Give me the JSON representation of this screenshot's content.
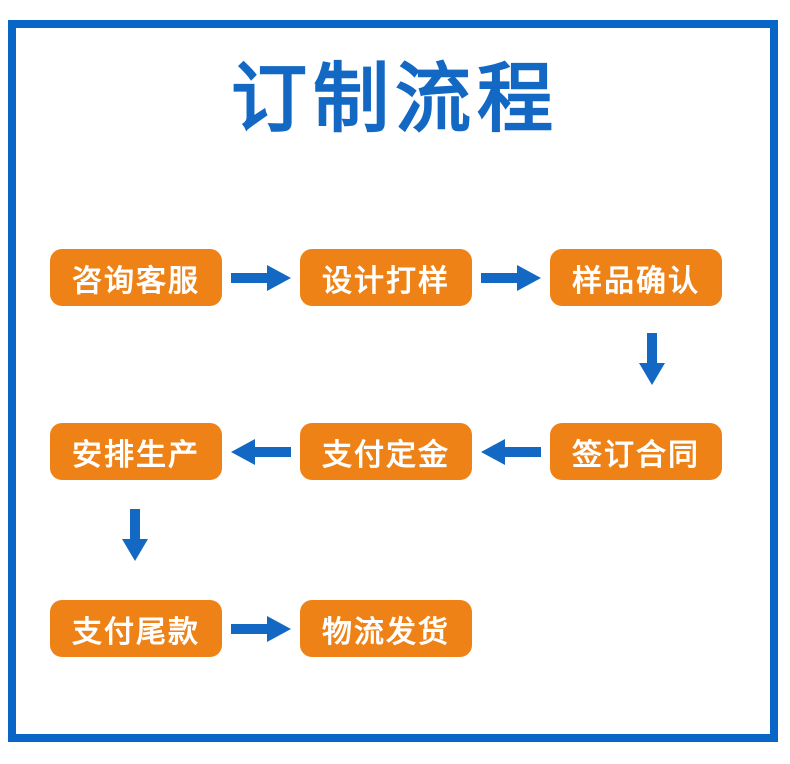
{
  "page": {
    "title": "订制流程",
    "border_color": "#0866c6",
    "title_color": "#1268c3",
    "node_color": "#ee8217",
    "node_text_color": "#ffffff",
    "arrow_color": "#1268c3",
    "background": "#ffffff"
  },
  "flow": {
    "rows": [
      {
        "id": "row-1",
        "direction": "right",
        "nodes": [
          {
            "label": "咨询客服"
          },
          {
            "label": "设计打样"
          },
          {
            "label": "样品确认"
          }
        ],
        "connector_icon": "arrow-right-icon"
      },
      {
        "id": "row-2",
        "direction": "left",
        "nodes": [
          {
            "label": "安排生产"
          },
          {
            "label": "支付定金"
          },
          {
            "label": "签订合同"
          }
        ],
        "connector_icon": "arrow-left-icon"
      },
      {
        "id": "row-3",
        "direction": "right",
        "nodes": [
          {
            "label": "支付尾款"
          },
          {
            "label": "物流发货"
          }
        ],
        "connector_icon": "arrow-right-icon"
      }
    ],
    "vertical_connectors": [
      {
        "id": "arrow-down-1",
        "icon": "arrow-down-icon",
        "from": "样品确认",
        "to": "签订合同"
      },
      {
        "id": "arrow-down-2",
        "icon": "arrow-down-icon",
        "from": "安排生产",
        "to": "支付尾款"
      }
    ]
  }
}
